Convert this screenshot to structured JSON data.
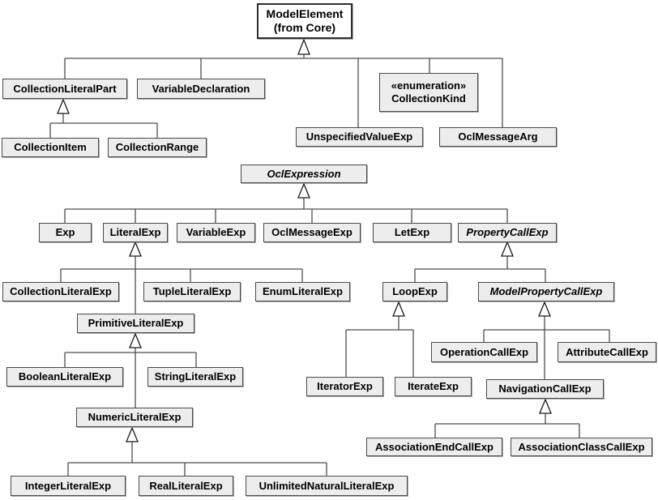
{
  "diagram": {
    "kind": "uml-class-generalization-diagram",
    "colors": {
      "box_fill": "#ededed",
      "root_box_fill": "#ffffff",
      "box_border": "#4a4a4a",
      "connector_line": "#4d4d4d",
      "text": "#000000"
    },
    "nodes": [
      {
        "id": "model-element",
        "label": "ModelElement",
        "sublabel": "(from Core)",
        "abstract": false
      },
      {
        "id": "collection-literal-part",
        "label": "CollectionLiteralPart",
        "abstract": false
      },
      {
        "id": "variable-declaration",
        "label": "VariableDeclaration",
        "abstract": false
      },
      {
        "id": "collection-kind",
        "stereotype": "«enumeration»",
        "label": "CollectionKind",
        "abstract": false
      },
      {
        "id": "unspecified-value-exp",
        "label": "UnspecifiedValueExp",
        "abstract": false
      },
      {
        "id": "ocl-message-arg",
        "label": "OclMessageArg",
        "abstract": false
      },
      {
        "id": "collection-item",
        "label": "CollectionItem",
        "abstract": false
      },
      {
        "id": "collection-range",
        "label": "CollectionRange",
        "abstract": false
      },
      {
        "id": "ocl-expression",
        "label": "OclExpression",
        "abstract": true
      },
      {
        "id": "exp",
        "label": "Exp",
        "abstract": false
      },
      {
        "id": "literal-exp",
        "label": "LiteralExp",
        "abstract": false
      },
      {
        "id": "variable-exp",
        "label": "VariableExp",
        "abstract": false
      },
      {
        "id": "ocl-message-exp",
        "label": "OclMessageExp",
        "abstract": false
      },
      {
        "id": "let-exp",
        "label": "LetExp",
        "abstract": false
      },
      {
        "id": "property-call-exp",
        "label": "PropertyCallExp",
        "abstract": true
      },
      {
        "id": "collection-literal-exp",
        "label": "CollectionLiteralExp",
        "abstract": false
      },
      {
        "id": "tuple-literal-exp",
        "label": "TupleLiteralExp",
        "abstract": false
      },
      {
        "id": "enum-literal-exp",
        "label": "EnumLiteralExp",
        "abstract": false
      },
      {
        "id": "loop-exp",
        "label": "LoopExp",
        "abstract": false
      },
      {
        "id": "model-property-call-exp",
        "label": "ModelPropertyCallExp",
        "abstract": true
      },
      {
        "id": "primitive-literal-exp",
        "label": "PrimitiveLiteralExp",
        "abstract": false
      },
      {
        "id": "operation-call-exp",
        "label": "OperationCallExp",
        "abstract": false
      },
      {
        "id": "attribute-call-exp",
        "label": "AttributeCallExp",
        "abstract": false
      },
      {
        "id": "boolean-literal-exp",
        "label": "BooleanLiteralExp",
        "abstract": false
      },
      {
        "id": "string-literal-exp",
        "label": "StringLiteralExp",
        "abstract": false
      },
      {
        "id": "iterator-exp",
        "label": "IteratorExp",
        "abstract": false
      },
      {
        "id": "iterate-exp",
        "label": "IterateExp",
        "abstract": false
      },
      {
        "id": "navigation-call-exp",
        "label": "NavigationCallExp",
        "abstract": false
      },
      {
        "id": "numeric-literal-exp",
        "label": "NumericLiteralExp",
        "abstract": false
      },
      {
        "id": "association-end-call-exp",
        "label": "AssociationEndCallExp",
        "abstract": false
      },
      {
        "id": "association-class-call-exp",
        "label": "AssociationClassCallExp",
        "abstract": false
      },
      {
        "id": "integer-literal-exp",
        "label": "IntegerLiteralExp",
        "abstract": false
      },
      {
        "id": "real-literal-exp",
        "label": "RealLiteralExp",
        "abstract": false
      },
      {
        "id": "unlimited-natural-literal-exp",
        "label": "UnlimitedNaturalLiteralExp",
        "abstract": false
      }
    ],
    "generalizations": [
      {
        "child": "CollectionLiteralPart",
        "parent": "ModelElement"
      },
      {
        "child": "VariableDeclaration",
        "parent": "ModelElement"
      },
      {
        "child": "UnspecifiedValueExp",
        "parent": "ModelElement"
      },
      {
        "child": "CollectionKind",
        "parent": "ModelElement"
      },
      {
        "child": "OclMessageArg",
        "parent": "ModelElement"
      },
      {
        "child": "CollectionItem",
        "parent": "CollectionLiteralPart"
      },
      {
        "child": "CollectionRange",
        "parent": "CollectionLiteralPart"
      },
      {
        "child": "Exp",
        "parent": "OclExpression"
      },
      {
        "child": "LiteralExp",
        "parent": "OclExpression"
      },
      {
        "child": "VariableExp",
        "parent": "OclExpression"
      },
      {
        "child": "OclMessageExp",
        "parent": "OclExpression"
      },
      {
        "child": "LetExp",
        "parent": "OclExpression"
      },
      {
        "child": "PropertyCallExp",
        "parent": "OclExpression"
      },
      {
        "child": "CollectionLiteralExp",
        "parent": "LiteralExp"
      },
      {
        "child": "TupleLiteralExp",
        "parent": "LiteralExp"
      },
      {
        "child": "EnumLiteralExp",
        "parent": "LiteralExp"
      },
      {
        "child": "PrimitiveLiteralExp",
        "parent": "LiteralExp"
      },
      {
        "child": "BooleanLiteralExp",
        "parent": "PrimitiveLiteralExp"
      },
      {
        "child": "StringLiteralExp",
        "parent": "PrimitiveLiteralExp"
      },
      {
        "child": "NumericLiteralExp",
        "parent": "PrimitiveLiteralExp"
      },
      {
        "child": "IntegerLiteralExp",
        "parent": "NumericLiteralExp"
      },
      {
        "child": "RealLiteralExp",
        "parent": "NumericLiteralExp"
      },
      {
        "child": "UnlimitedNaturalLiteralExp",
        "parent": "NumericLiteralExp"
      },
      {
        "child": "LoopExp",
        "parent": "PropertyCallExp"
      },
      {
        "child": "ModelPropertyCallExp",
        "parent": "PropertyCallExp"
      },
      {
        "child": "IteratorExp",
        "parent": "LoopExp"
      },
      {
        "child": "IterateExp",
        "parent": "LoopExp"
      },
      {
        "child": "OperationCallExp",
        "parent": "ModelPropertyCallExp"
      },
      {
        "child": "AttributeCallExp",
        "parent": "ModelPropertyCallExp"
      },
      {
        "child": "NavigationCallExp",
        "parent": "ModelPropertyCallExp"
      },
      {
        "child": "AssociationEndCallExp",
        "parent": "NavigationCallExp"
      },
      {
        "child": "AssociationClassCallExp",
        "parent": "NavigationCallExp"
      }
    ]
  }
}
